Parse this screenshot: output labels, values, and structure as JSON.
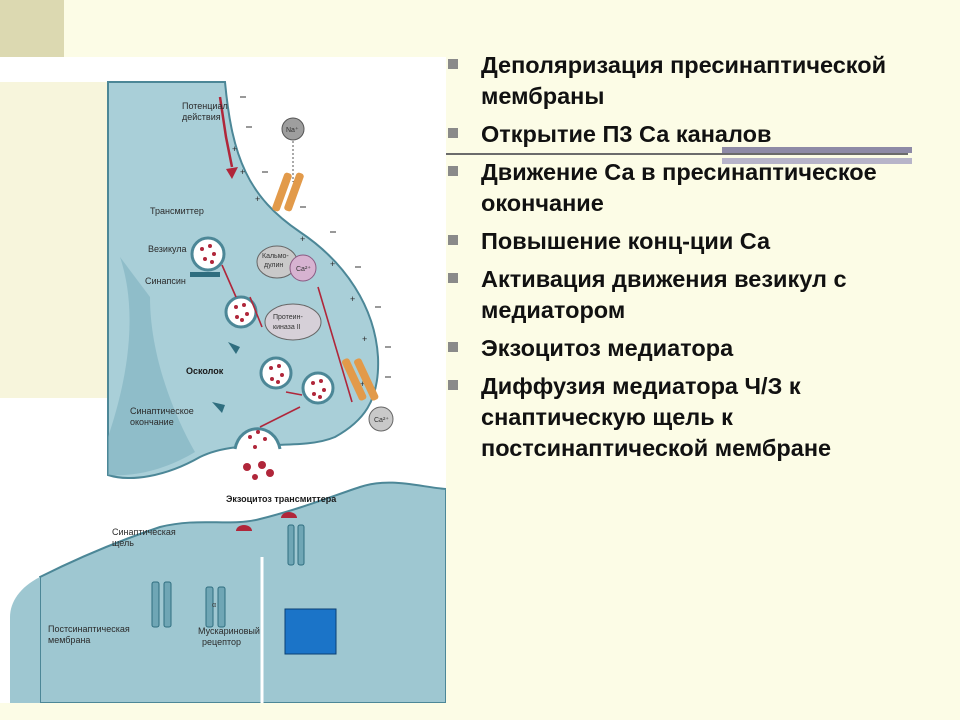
{
  "bullets": [
    "Деполяризация пресинаптической мембраны",
    "Открытие П3 Са каналов",
    "Движение Са в пресинаптическое окончание",
    "Повышение конц-ции Са",
    "Активация движения везикул с медиатором",
    "Экзоцитоз медиатора",
    "Диффузия медиатора Ч/З к снаптическую  щель к постсинаптической мембране"
  ],
  "diagram": {
    "potential_line1": "Потенциал",
    "potential_line2": "действия",
    "transmitter": "Трансмиттер",
    "vesicle": "Везикула",
    "synapsin": "Синапсин",
    "fragment": "Осколок",
    "terminal_line1": "Синаптическое",
    "terminal_line2": "окончание",
    "exocytosis": "Экзоцитоз трансмиттера",
    "cleft_line1": "Синаптическая",
    "cleft_line2": "щель",
    "postsyn_line1": "Постсинаптическая",
    "postsyn_line2": "мембрана",
    "muscarinic_line1": "Мускариновый",
    "muscarinic_line2": "рецептор",
    "calmodulin_line1": "Кальмо-",
    "calmodulin_line2": "дулин",
    "kinase_line1": "Протеин-",
    "kinase_line2": "киназа II",
    "na_ion": "Na⁺",
    "ca_ion": "Ca²⁺",
    "alpha": "α"
  },
  "colors": {
    "cell": "#a9cfd8",
    "cell_dark": "#6fa6b5",
    "membrane_edge": "#4c8797",
    "accent_arrow": "#b0263a",
    "channel": "#e29a4a",
    "blue_square": "#1b74c8"
  }
}
